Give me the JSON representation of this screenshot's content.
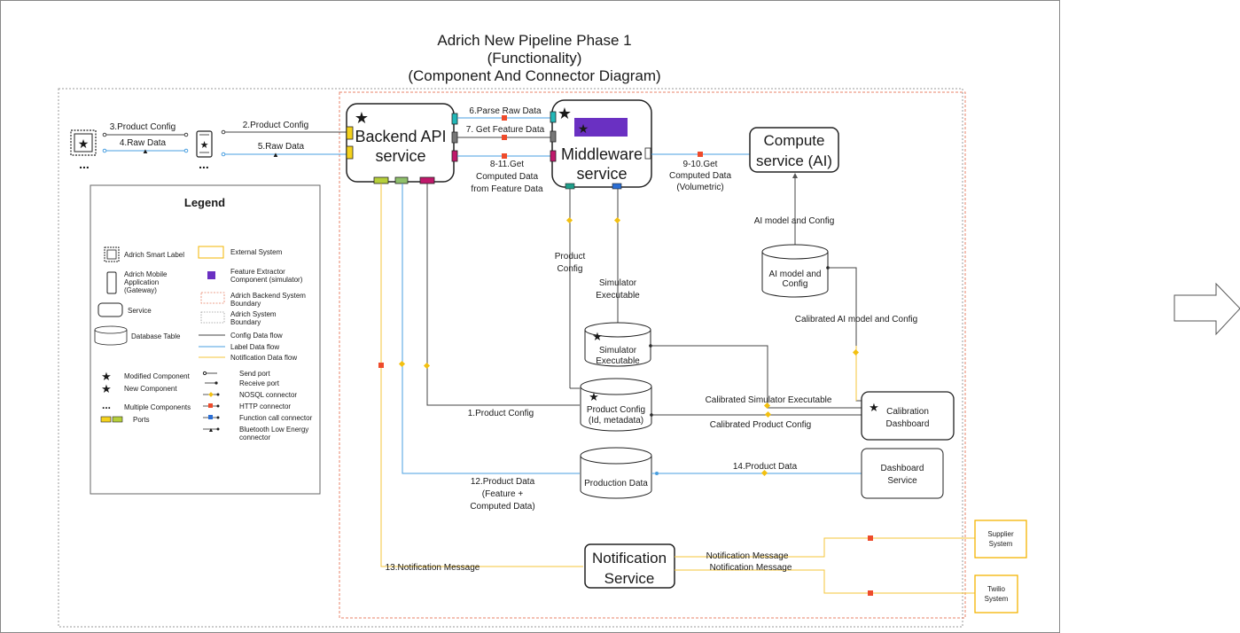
{
  "title": {
    "line1": "Adrich New Pipeline Phase 1",
    "line2": "(Functionality)",
    "line3": "(Component And Connector Diagram)"
  },
  "components": {
    "backend": {
      "line1": "Backend API",
      "line2": "service"
    },
    "middleware": {
      "line1": "Middleware",
      "line2": "service"
    },
    "compute": {
      "line1": "Compute",
      "line2": "service (AI)"
    },
    "notification": {
      "line1": "Notification",
      "line2": "Service"
    },
    "calibration": {
      "line1": "Calibration",
      "line2": "Dashboard"
    },
    "dashboard": {
      "line1": "Dashboard",
      "line2": "Service"
    },
    "supplier": {
      "line1": "Supplier",
      "line2": "System"
    },
    "twilio": {
      "line1": "Twilio",
      "line2": "System"
    },
    "ellipsis_label": "...",
    "ellipsis_phone": "..."
  },
  "databases": {
    "ai_model": {
      "line1": "AI model and",
      "line2": "Config"
    },
    "simulator": {
      "line1": "Simulator",
      "line2": "Executable"
    },
    "product_config": {
      "line1": "Product Config",
      "line2": "(Id, metadata)"
    },
    "production_data": {
      "line1": "Production Data"
    }
  },
  "flows": {
    "f3": "3.Product Config",
    "f4": "4.Raw Data",
    "f2": "2.Product Config",
    "f5": "5.Raw Data",
    "f6": "6.Parse Raw Data",
    "f7": "7. Get Feature Data",
    "f8a": "8-11.Get",
    "f8b": "Computed Data",
    "f8c": "from Feature Data",
    "f9a": "9-10.Get",
    "f9b": "Computed Data",
    "f9c": "(Volumetric)",
    "ai_cfg": "AI model and Config",
    "prod_cfg_a": "Product",
    "prod_cfg_b": "Config",
    "sim_exec_a": "Simulator",
    "sim_exec_b": "Executable",
    "cal_ai": "Calibrated AI model and Config",
    "cal_sim": "Calibrated Simulator Executable",
    "cal_prod": "Calibrated Product Config",
    "f1": "1.Product Config",
    "f12a": "12.Product Data",
    "f12b": "(Feature +",
    "f12c": "Computed Data)",
    "f14": "14.Product Data",
    "f13": "13.Notification Message",
    "notif1": "Notification Message",
    "notif2": "Notification Message"
  },
  "legend": {
    "title": "Legend",
    "smart_label": "Adrich Smart Label",
    "mobile_a": "Adrich Mobile",
    "mobile_b": "Application",
    "mobile_c": "(Gateway)",
    "service": "Service",
    "db_table": "Database Table",
    "modified": "Modified Component",
    "new_comp": "New Component",
    "multiple": "Multiple Components",
    "ports": "Ports",
    "external": "External System",
    "feature_a": "Feature Extractor",
    "feature_b": "Component (simulator)",
    "backend_b_a": "Adrich Backend System",
    "backend_b_b": "Boundary",
    "system_b_a": "Adrich System",
    "system_b_b": "Boundary",
    "config_flow": "Config Data flow",
    "label_flow": "Label Data flow",
    "notif_flow": "Notification Data flow",
    "send_port": "Send port",
    "recv_port": "Receive port",
    "nosql": "NOSQL connector",
    "http": "HTTP connector",
    "func": "Function call connector",
    "ble_a": "Bluetooth Low Energy",
    "ble_b": "connector"
  },
  "colors": {
    "config_flow": "#444444",
    "label_flow": "#4a9fe0",
    "notif_flow": "#f5c43a",
    "modified_star": "#ef5a2f",
    "new_star": "#2aa58a",
    "feature_extractor": "#6a30c2",
    "boundary": "#e8836a",
    "http": "#ee4b2b",
    "nosql": "#f3c010",
    "func": "#2b6ed4"
  }
}
